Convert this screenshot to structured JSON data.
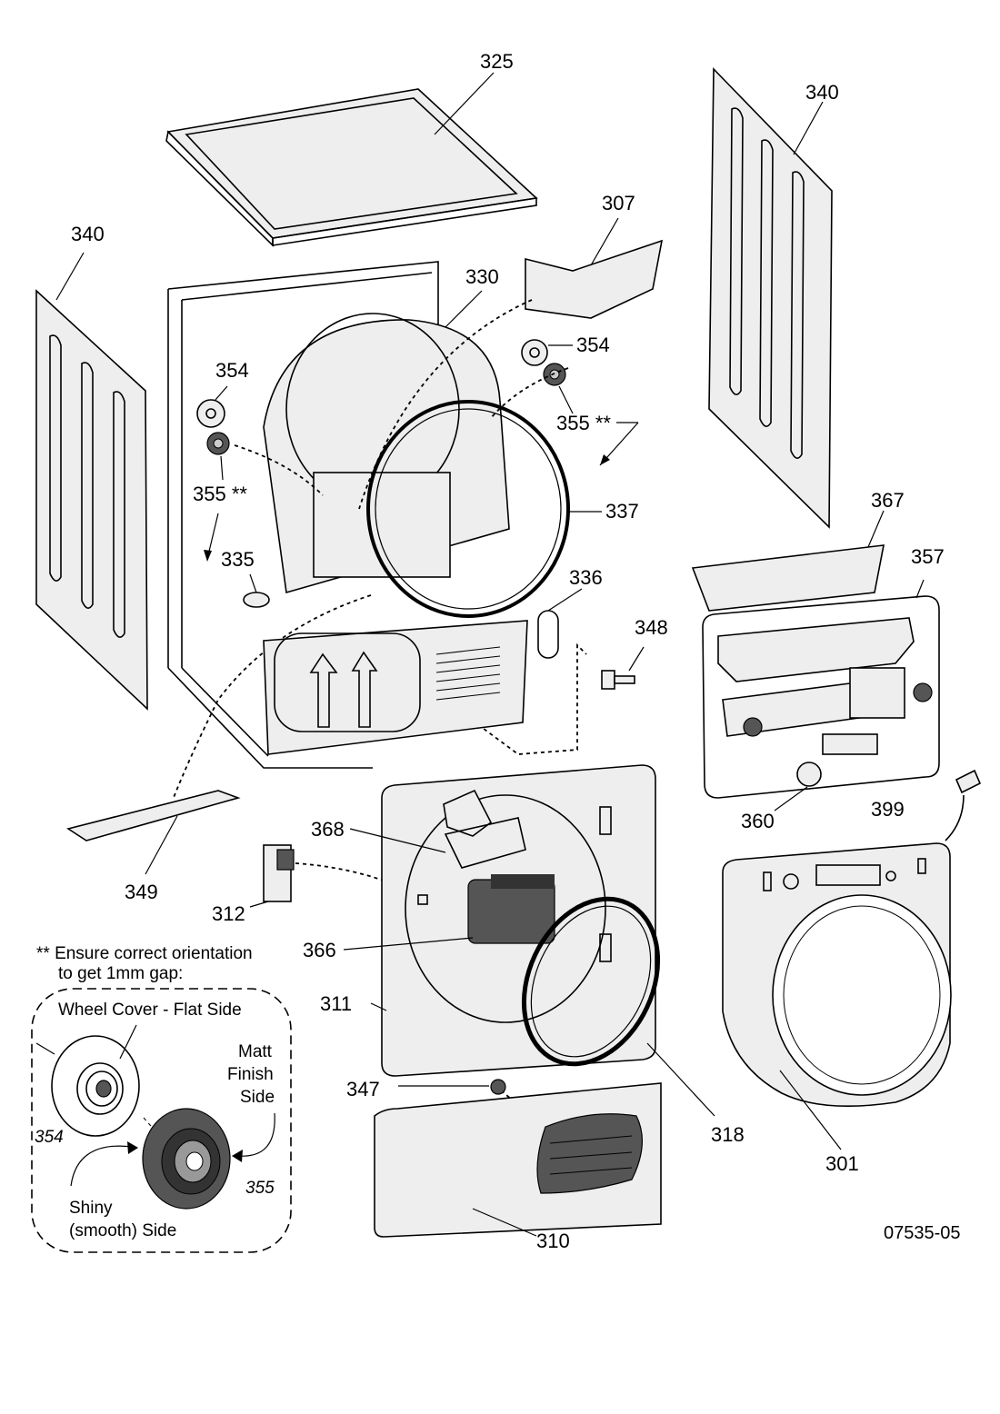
{
  "parts": [
    {
      "id": "p325",
      "label": "325"
    },
    {
      "id": "p340r",
      "label": "340"
    },
    {
      "id": "p340l",
      "label": "340"
    },
    {
      "id": "p307",
      "label": "307"
    },
    {
      "id": "p330",
      "label": "330"
    },
    {
      "id": "p354r",
      "label": "354"
    },
    {
      "id": "p354l",
      "label": "354"
    },
    {
      "id": "p355r",
      "label": "355 **"
    },
    {
      "id": "p355l",
      "label": "355 **"
    },
    {
      "id": "p337",
      "label": "337"
    },
    {
      "id": "p335",
      "label": "335"
    },
    {
      "id": "p336",
      "label": "336"
    },
    {
      "id": "p367",
      "label": "367"
    },
    {
      "id": "p357",
      "label": "357"
    },
    {
      "id": "p348",
      "label": "348"
    },
    {
      "id": "p360",
      "label": "360"
    },
    {
      "id": "p399",
      "label": "399"
    },
    {
      "id": "p368",
      "label": "368"
    },
    {
      "id": "p349",
      "label": "349"
    },
    {
      "id": "p312",
      "label": "312"
    },
    {
      "id": "p366",
      "label": "366"
    },
    {
      "id": "p311",
      "label": "311"
    },
    {
      "id": "p347",
      "label": "347"
    },
    {
      "id": "p318",
      "label": "318"
    },
    {
      "id": "p301",
      "label": "301"
    },
    {
      "id": "p310",
      "label": "310"
    }
  ],
  "note": {
    "line1": "** Ensure correct orientation",
    "line2": "to get 1mm gap:"
  },
  "inset": {
    "wheel_cover": "Wheel Cover - Flat Side",
    "matt1": "Matt",
    "matt2": "Finish",
    "matt3": "Side",
    "shiny1": "Shiny",
    "shiny2": "(smooth) Side",
    "ref354": "354",
    "ref355": "355"
  },
  "drawing_number": "07535-05"
}
